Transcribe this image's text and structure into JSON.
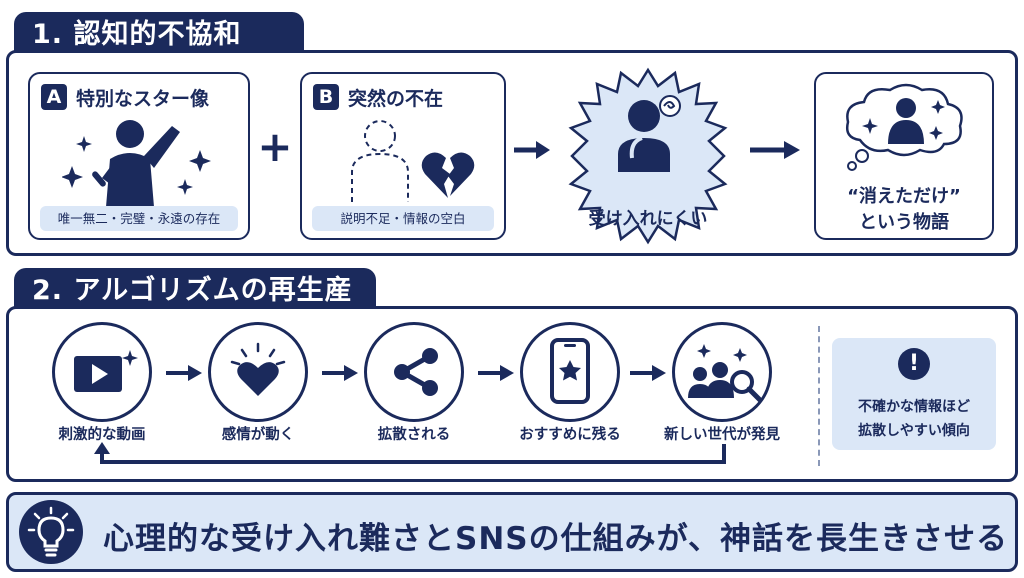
{
  "section1": {
    "title": "1. 認知的不協和",
    "card_a": {
      "badge": "A",
      "title": "特別なスター像",
      "caption": "唯一無二・完璧・永遠の存在"
    },
    "card_b": {
      "badge": "B",
      "title": "突然の不在",
      "caption": "説明不足・情報の空白"
    },
    "plus": "+",
    "burst_label": "受け入れにくい",
    "result_line1": "“消えただけ”",
    "result_line2": "という物語"
  },
  "section2": {
    "title": "2. アルゴリズムの再生産",
    "steps": [
      {
        "label": "刺激的な動画"
      },
      {
        "label": "感情が動く"
      },
      {
        "label": "拡散される"
      },
      {
        "label": "おすすめに残る"
      },
      {
        "label": "新しい世代が発見"
      }
    ],
    "note_line1": "不確かな情報ほど",
    "note_line2": "拡散しやすい傾向"
  },
  "conclusion": {
    "text": "心理的な受け入れ難さとSNSの仕組みが、神話を長生きさせる"
  },
  "colors": {
    "navy": "#1b2a5c",
    "light_blue": "#dbe7f7",
    "white": "#ffffff"
  }
}
